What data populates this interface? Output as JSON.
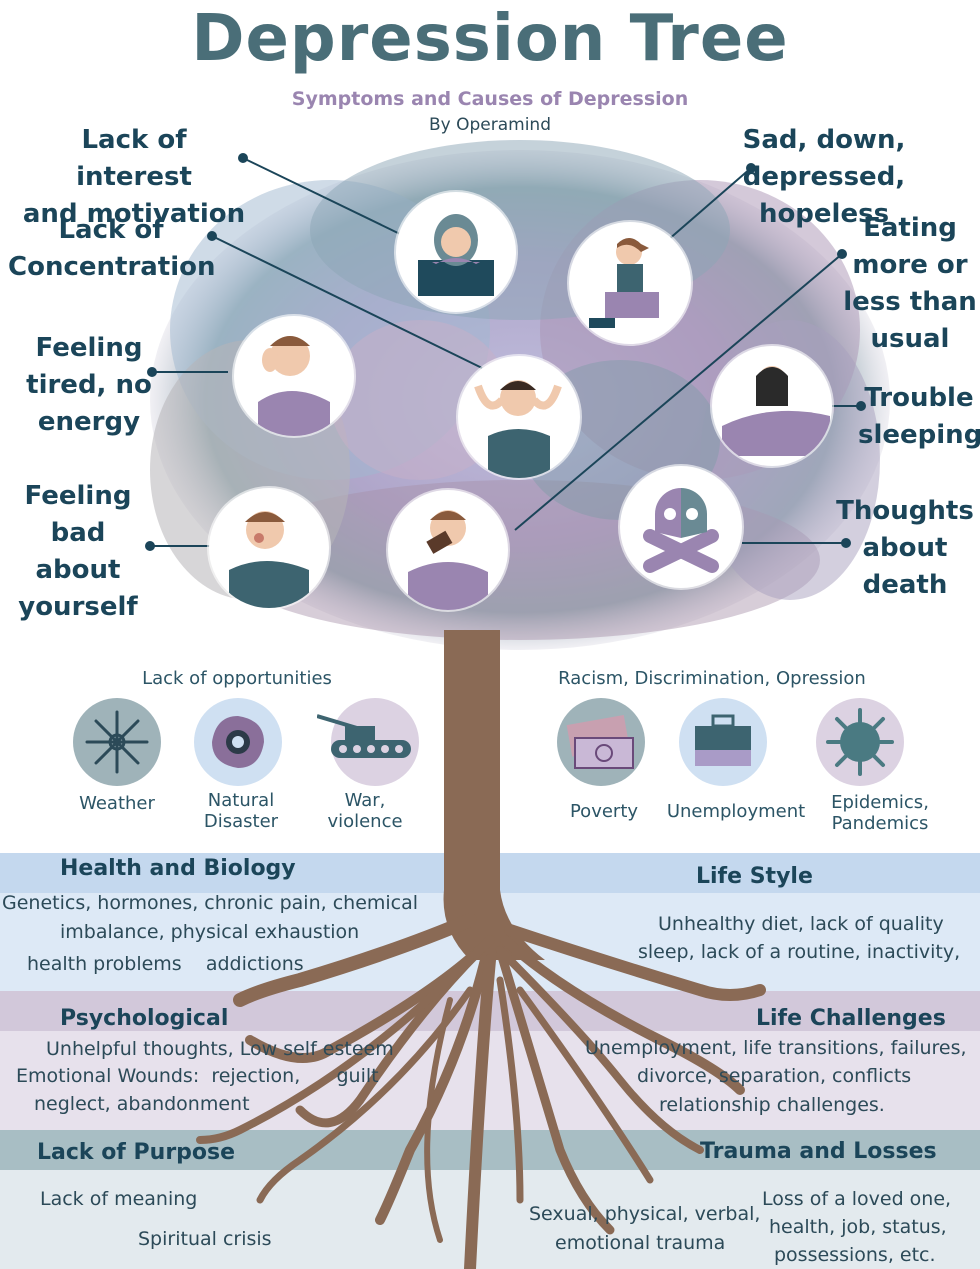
{
  "header": {
    "title": "Depression Tree",
    "subtitle": "Symptoms and Causes of Depression",
    "byline": "By Operamind"
  },
  "symptoms": {
    "interest": [
      "Lack of interest",
      "and motivation"
    ],
    "concentration": [
      "Lack of",
      "Concentration"
    ],
    "tired": [
      "Feeling",
      "tired, no",
      "energy"
    ],
    "bad": [
      "Feeling",
      "bad about",
      "yourself"
    ],
    "sad": [
      "Sad, down, depressed,",
      "hopeless"
    ],
    "eating": [
      "Eating",
      "more or",
      "less than",
      "usual"
    ],
    "sleeping": [
      "Trouble",
      "sleeping"
    ],
    "death": [
      "Thoughts",
      "about",
      "death"
    ]
  },
  "external": {
    "left_heading": "Lack of opportunities",
    "right_heading": "Racism, Discrimination, Opression",
    "items": [
      {
        "label": [
          "Weather"
        ],
        "icon": "snowflake-icon",
        "color": "#9fb3b9"
      },
      {
        "label": [
          "Natural",
          "Disaster"
        ],
        "icon": "hurricane-icon",
        "color": "#cfe0f2"
      },
      {
        "label": [
          "War,",
          "violence"
        ],
        "icon": "tank-icon",
        "color": "#dcd2e2"
      },
      {
        "label": [
          "Poverty"
        ],
        "icon": "money-icon",
        "color": "#9fb3b9"
      },
      {
        "label": [
          "Unemployment"
        ],
        "icon": "briefcase-icon",
        "color": "#cfe0f2"
      },
      {
        "label": [
          "Epidemics,",
          "Pandemics"
        ],
        "icon": "virus-icon",
        "color": "#dcd2e2"
      }
    ]
  },
  "roots": {
    "health": {
      "heading": "Health and Biology",
      "lines": [
        "Genetics, hormones, chronic pain, chemical",
        "imbalance, physical exhaustion",
        "health problems    addictions"
      ]
    },
    "lifestyle": {
      "heading": "Life Style",
      "lines": [
        "Unhealthy diet, lack of quality",
        "sleep, lack of a routine, inactivity,"
      ]
    },
    "psychological": {
      "heading": "Psychological",
      "lines": [
        "Unhelpful thoughts, Low self esteem",
        "Emotional Wounds:  rejection,      guilt",
        "neglect, abandonment"
      ]
    },
    "challenges": {
      "heading": "Life Challenges",
      "lines": [
        "Unemployment, life transitions, failures,",
        "divorce, separation, conflicts",
        "relationship challenges."
      ]
    },
    "purpose": {
      "heading": "Lack of Purpose",
      "lines": [
        "Lack of meaning",
        "Spiritual crisis"
      ]
    },
    "trauma": {
      "heading": "Trauma and Losses",
      "lines": [
        "Sexual, physical, verbal,",
        "emotional trauma",
        "Loss of a loved one,",
        "health, job, status,",
        "possessions, etc."
      ]
    }
  },
  "colors": {
    "title": "#4a6e78",
    "subtitle": "#9a85b0",
    "trunk": "#8a6a55",
    "band_blue_head": "#c4d8ee",
    "band_blue": "#dde9f6",
    "band_purple_head": "#d2c8da",
    "band_purple": "#e7e1ec",
    "band_grey_head": "#a8bec4",
    "band_grey": "#e3eaee"
  }
}
